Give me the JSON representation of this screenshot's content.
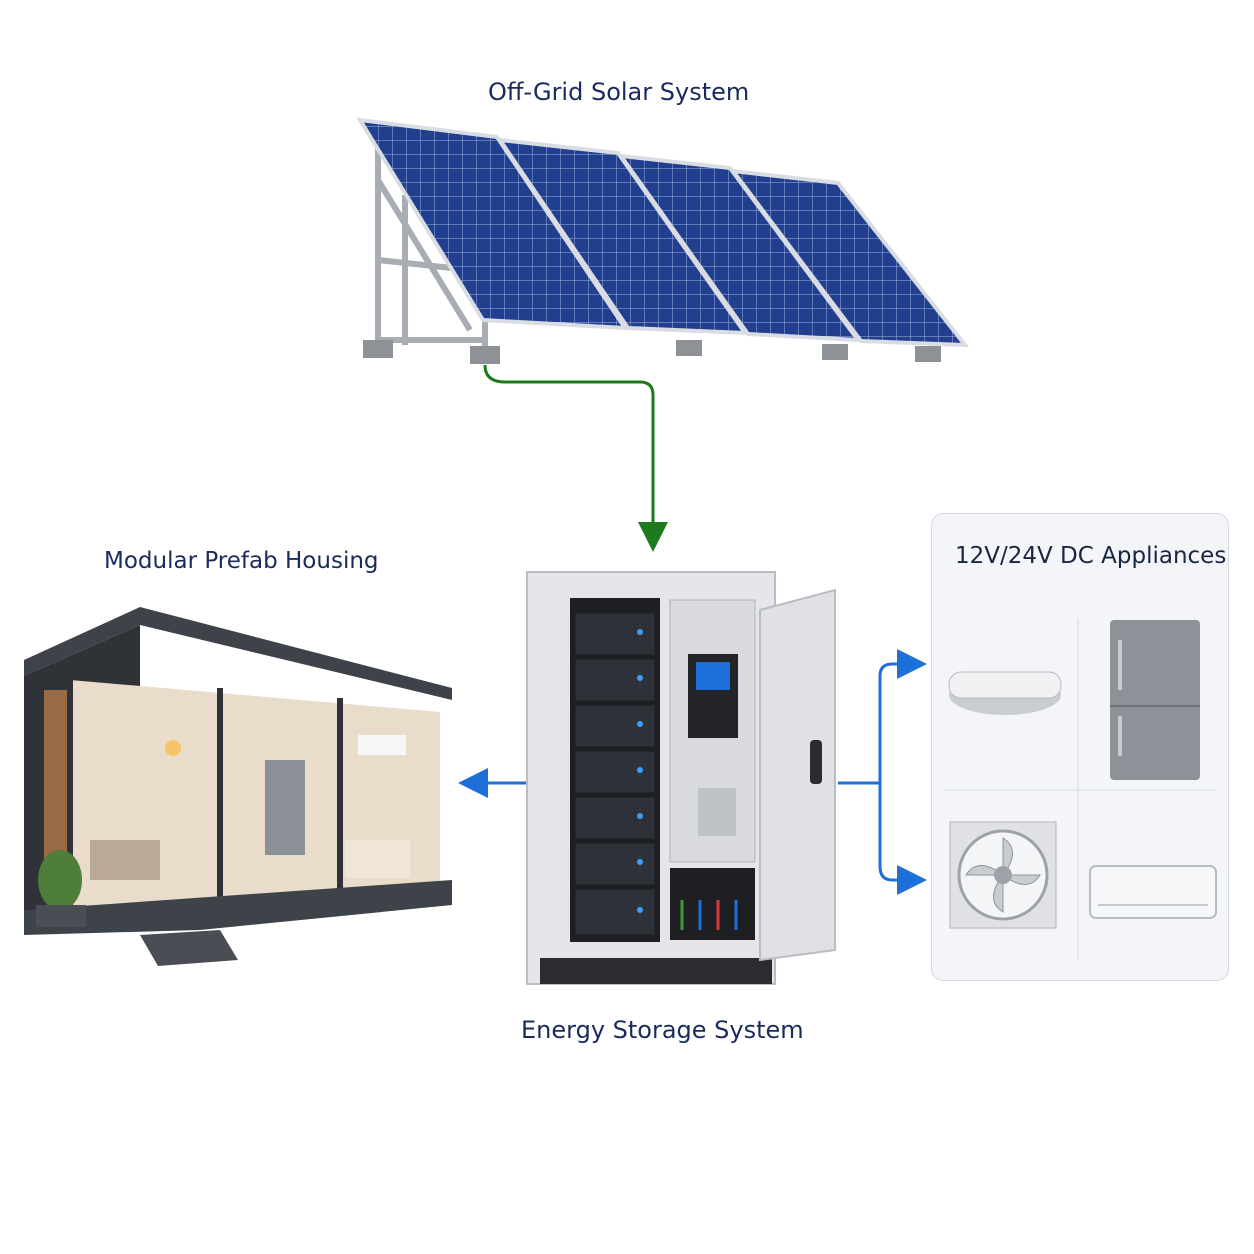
{
  "labels": {
    "solar": "Off-Grid Solar System",
    "housing": "Modular Prefab Housing",
    "storage": "Energy Storage System",
    "appliances": "12V/24V DC Appliances"
  },
  "appliances": [
    "ceiling-light",
    "refrigerator",
    "exhaust-fan",
    "air-conditioner"
  ],
  "colors": {
    "label_text": "#1b2a5c",
    "solar_link": "#1f7a1f",
    "power_link": "#1e6fd9",
    "panel_cell": "#1f3a8a",
    "cabinet": "#e4e6ea"
  }
}
